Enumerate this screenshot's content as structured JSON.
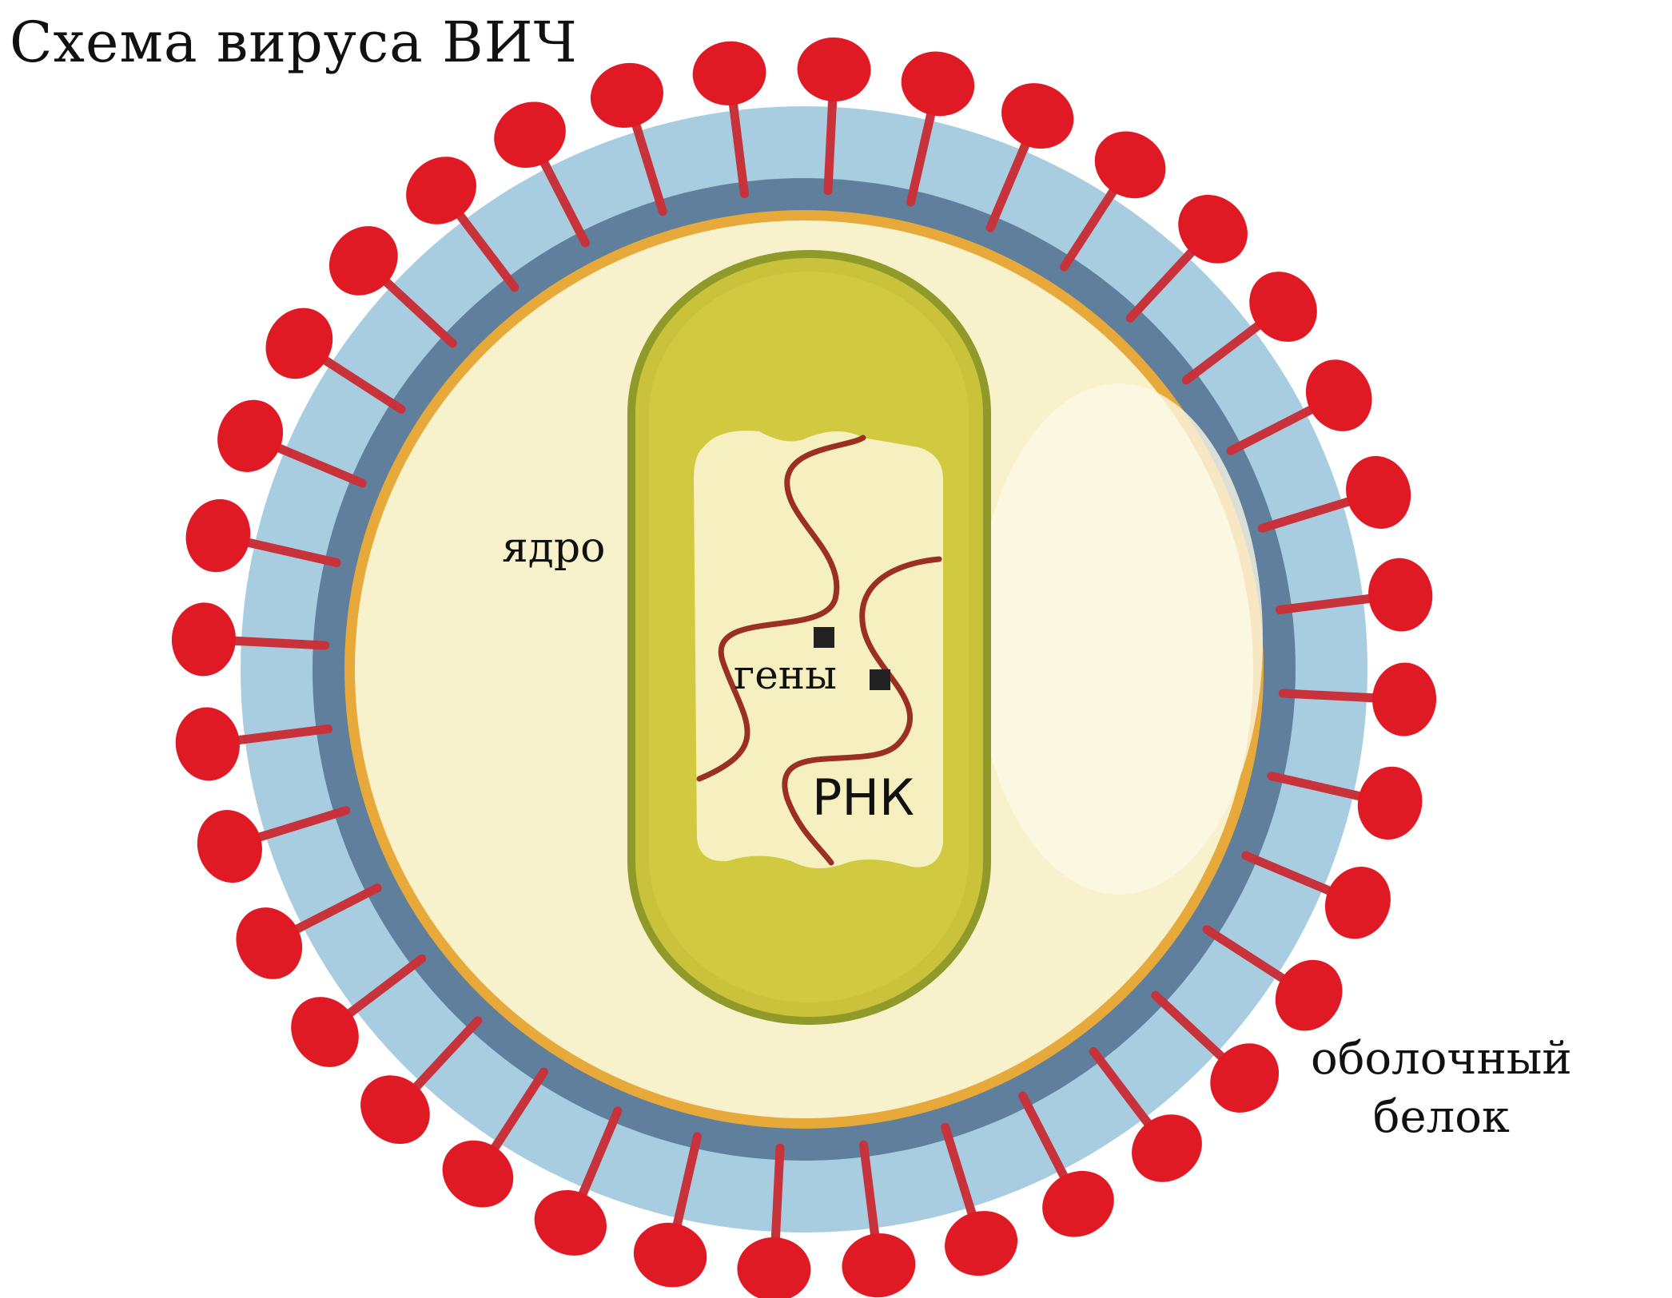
{
  "title": "Схема вируса ВИЧ",
  "labels": {
    "nucleus": "ядро",
    "genes": "гены",
    "rna": "РНК",
    "envelope_protein_line1": "оболочный",
    "envelope_protein_line2": "белок"
  },
  "colors": {
    "background": "#ffffff",
    "spike_head": "#e01a24",
    "spike_stem": "#c8323a",
    "outer_envelope": "#a9cde0",
    "inner_membrane": "#5f7f9c",
    "orange_ring": "#e7a93a",
    "matrix_fill": "#f8f2cc",
    "capsid": "#c9c23a",
    "capsid_edge": "#8f9a2a",
    "core_inner": "#f6efc0",
    "rna_strand": "#9b2f22",
    "gene_marker": "#222222"
  },
  "spike_count": 36
}
